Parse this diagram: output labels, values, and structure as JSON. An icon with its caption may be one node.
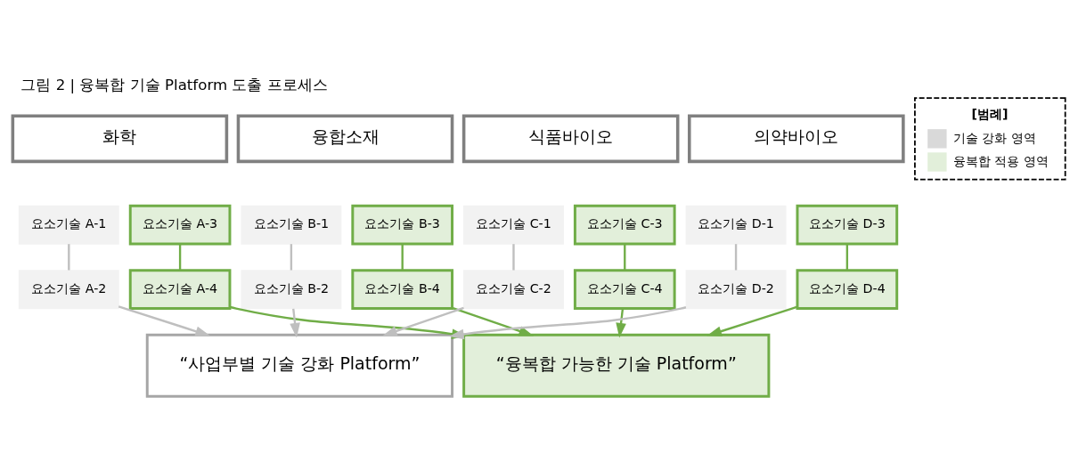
{
  "diagram": {
    "title": "그림 2 | 융복합 기술 Platform 도출 프로세스",
    "nodes": [
      {
        "text": [
          "화학"
        ]
      },
      {
        "text": [
          "융합소재"
        ]
      },
      {
        "text": [
          "식품바이오"
        ]
      },
      {
        "text": [
          "의약바이오"
        ]
      },
      {
        "text": [
          "요소기술 A-1"
        ]
      },
      {
        "text": [
          "요소기술 A-3"
        ]
      },
      {
        "text": [
          "요소기술 B-1"
        ]
      },
      {
        "text": [
          "요소기술 B-3"
        ]
      },
      {
        "text": [
          "요소기술 C-1"
        ]
      },
      {
        "text": [
          "요소기술 C-3"
        ]
      },
      {
        "text": [
          "요소기술 D-1"
        ]
      },
      {
        "text": [
          "요소기술 D-3"
        ]
      },
      {
        "text": [
          "요소기술 A-2"
        ]
      },
      {
        "text": [
          "요소기술 A-4"
        ]
      },
      {
        "text": [
          "요소기술 B-2"
        ]
      },
      {
        "text": [
          "요소기술 B-4"
        ]
      },
      {
        "text": [
          "요소기술 C-2"
        ]
      },
      {
        "text": [
          "요소기술 C-4"
        ]
      },
      {
        "text": [
          "요소기술 D-2"
        ]
      },
      {
        "text": [
          "요소기술 D-4"
        ]
      },
      {
        "text": [
          "“사업부별 기술 강화 Platform”"
        ]
      },
      {
        "text": [
          "“융복합 가능한 기술 Platform”"
        ]
      }
    ],
    "edges": [
      {
        "from": 4,
        "to": 12,
        "arrow": "none",
        "color": "#bfbfbf"
      },
      {
        "from": 5,
        "to": 13,
        "arrow": "none",
        "color": "#70ad47"
      },
      {
        "from": 6,
        "to": 14,
        "arrow": "none",
        "color": "#bfbfbf"
      },
      {
        "from": 7,
        "to": 15,
        "arrow": "none",
        "color": "#70ad47"
      },
      {
        "from": 8,
        "to": 16,
        "arrow": "none",
        "color": "#bfbfbf"
      },
      {
        "from": 9,
        "to": 17,
        "arrow": "none",
        "color": "#70ad47"
      },
      {
        "from": 10,
        "to": 18,
        "arrow": "none",
        "color": "#bfbfbf"
      },
      {
        "from": 11,
        "to": 19,
        "arrow": "none",
        "color": "#70ad47"
      },
      {
        "from": 12,
        "to": 20,
        "arrow": "to",
        "color": "#bfbfbf"
      },
      {
        "from": 13,
        "to": 21,
        "arrow": "to",
        "color": "#70ad47"
      },
      {
        "from": 14,
        "to": 20,
        "arrow": "to",
        "color": "#bfbfbf"
      },
      {
        "from": 15,
        "to": 21,
        "arrow": "to",
        "color": "#70ad47"
      },
      {
        "from": 16,
        "to": 20,
        "arrow": "to",
        "color": "#bfbfbf"
      },
      {
        "from": 17,
        "to": 21,
        "arrow": "to",
        "color": "#70ad47"
      },
      {
        "from": 18,
        "to": 20,
        "arrow": "to",
        "color": "#bfbfbf"
      },
      {
        "from": 19,
        "to": 21,
        "arrow": "to",
        "color": "#70ad47"
      }
    ],
    "labels": [
      "[범례]"
    ],
    "legend": [
      {
        "text": "기술 강화 영역",
        "color": "#d9d9d9"
      },
      {
        "text": "융복합 적용 영역",
        "color": "#e2efda"
      }
    ]
  }
}
